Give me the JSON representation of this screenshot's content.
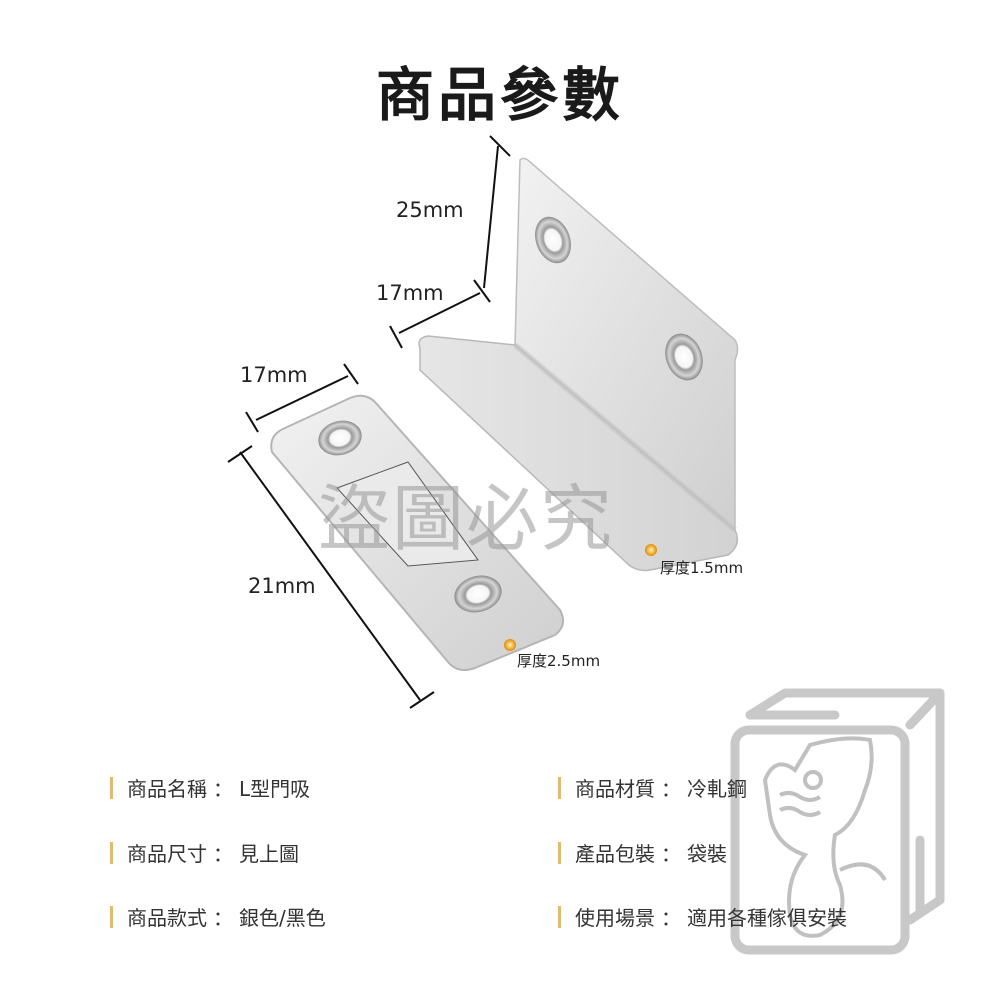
{
  "header": {
    "title": "商品參數"
  },
  "dimensions": {
    "bracket_height": "25mm",
    "bracket_width": "17mm",
    "plate_width": "17mm",
    "plate_length": "21mm",
    "bracket_thickness": "厚度1.5mm",
    "plate_thickness": "厚度2.5mm"
  },
  "watermark": "盜圖必究",
  "specs": [
    {
      "label": "商品名稱",
      "value": "L型門吸"
    },
    {
      "label": "商品尺寸",
      "value": "見上圖"
    },
    {
      "label": "商品款式",
      "value": "銀色/黑色"
    },
    {
      "label": "商品材質",
      "value": "冷軋鋼"
    },
    {
      "label": "產品包裝",
      "value": "袋裝"
    },
    {
      "label": "使用場景",
      "value": "適用各種傢俱安裝"
    }
  ],
  "separator": "：",
  "colors": {
    "accent_bar": "#e3b873",
    "marker_dot": "#f0a020",
    "metal": "#d8d8d8"
  }
}
